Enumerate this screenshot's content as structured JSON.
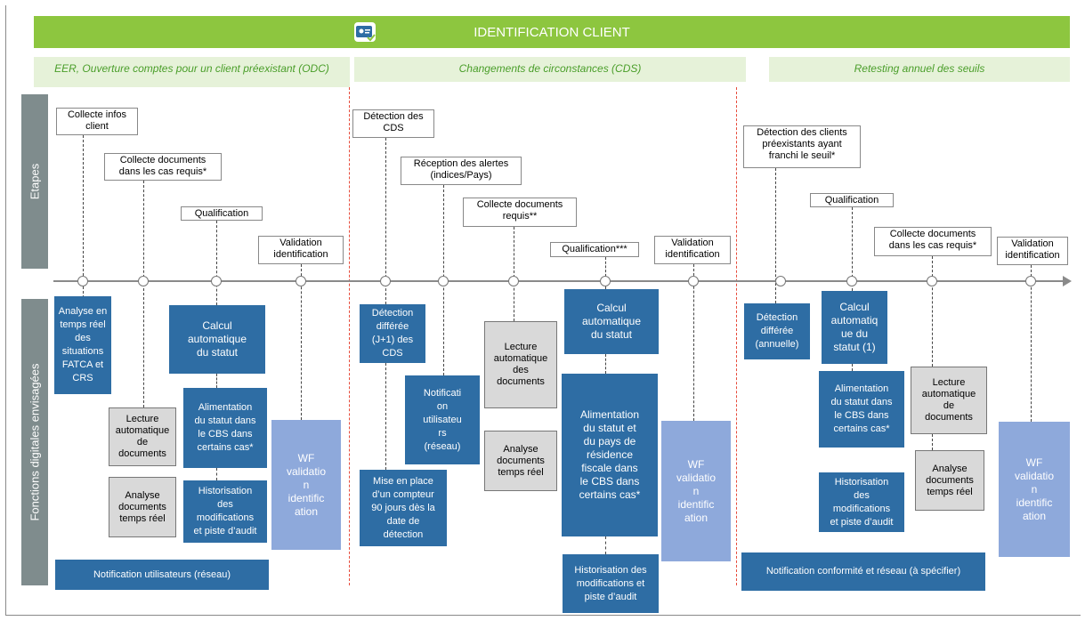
{
  "header": {
    "title": "IDENTIFICATION CLIENT"
  },
  "sections": [
    "EER, Ouverture comptes pour un client préexistant (ODC)",
    "Changements de circonstances (CDS)",
    "Retesting annuel des seuils"
  ],
  "sidebar": {
    "top": "Etapes",
    "bottom": "Fonctions digitales envisagées"
  },
  "steps": [
    "Collecte infos\nclient",
    "Collecte documents\ndans les cas requis*",
    "Qualification",
    "Validation\nidentification",
    "Détection des\nCDS",
    "Réception des alertes\n(indices/Pays)",
    "Collecte documents\nrequis**",
    "Qualification***",
    "Validation\nidentification",
    "Détection des clients\npréexistants ayant\nfranchi le seuil*",
    "Qualification",
    "Collecte documents\ndans les cas requis*",
    "Validation\nidentification"
  ],
  "functions": [
    "Analyse en\ntemps réel\ndes\nsituations\nFATCA et\nCRS",
    "Lecture\nautomatique\nde\ndocuments",
    "Analyse\ndocuments\ntemps réel",
    "Calcul\nautomatique\ndu statut",
    "Alimentation\ndu statut dans\nle CBS dans\ncertains cas*",
    "Historisation\ndes\nmodifications\net piste d’audit",
    "WF\nvalidatio\nn\nidentific\nation",
    "Notification utilisateurs (réseau)",
    "Détection\ndifférée\n(J+1) des\nCDS",
    "Mise en place\nd’un compteur\n90 jours dès la\ndate de\ndétection",
    "Notificati\non\nutilisateu\nrs\n(réseau)",
    "Lecture\nautomatique\ndes\ndocuments",
    "Analyse\ndocuments\ntemps réel",
    "Calcul\nautomatique\ndu statut",
    "Alimentation\ndu statut et\ndu pays de\nrésidence\nfiscale dans\nle CBS dans\ncertains cas*",
    "Historisation des\nmodifications et\npiste d’audit",
    "WF\nvalidatio\nn\nidentific\nation",
    "Détection\ndifférée\n(annuelle)",
    "Calcul\nautomatiq\nue du\nstatut (1)",
    "Alimentation\ndu statut dans\nle CBS dans\ncertains cas*",
    "Historisation\ndes\nmodifications\net piste d’audit",
    "Lecture\nautomatique\nde\ndocuments",
    "Analyse\ndocuments\ntemps réel",
    "WF\nvalidatio\nn\nidentific\nation",
    "Notification conformité et réseau (à spécifier)"
  ],
  "colors": {
    "header": "#8dc63f",
    "blue": "#2e6da4",
    "light_blue": "#8ea9db",
    "grey": "#d9d9d9",
    "separator": "#e74c3c"
  },
  "icons": {
    "header": "id-card-icon"
  }
}
